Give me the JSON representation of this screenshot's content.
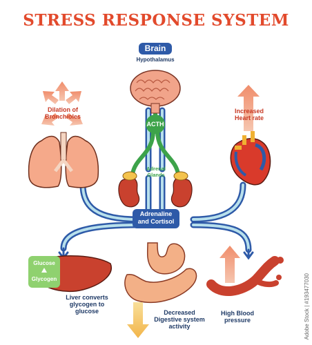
{
  "title": "STRESS RESPONSE SYSTEM",
  "brain": {
    "label": "Brain",
    "sublabel": "Hypothalamus"
  },
  "hormone_acth": "ACTH",
  "adrenal_glands": [
    "Adrenal",
    "Glands"
  ],
  "center_hub": [
    "Adrenaline",
    "and Cortisol"
  ],
  "lungs": [
    "Dilation of",
    "Bronchioles"
  ],
  "heart": [
    "Increased",
    "Heart rate"
  ],
  "liver_box": {
    "top": "Glucose",
    "bottom": "Glycogen"
  },
  "liver": [
    "Liver converts",
    "glycogen to",
    "glucose"
  ],
  "stomach": [
    "Decreased",
    "Digestive system",
    "activity"
  ],
  "blood": [
    "High Blood",
    "pressure"
  ],
  "watermark": "Adobe Stock | #193477030",
  "colors": {
    "title": "#e24a2c",
    "hub": "#2e5aa8",
    "label_red": "#c83a25",
    "label_navy": "#1f3a66"
  }
}
